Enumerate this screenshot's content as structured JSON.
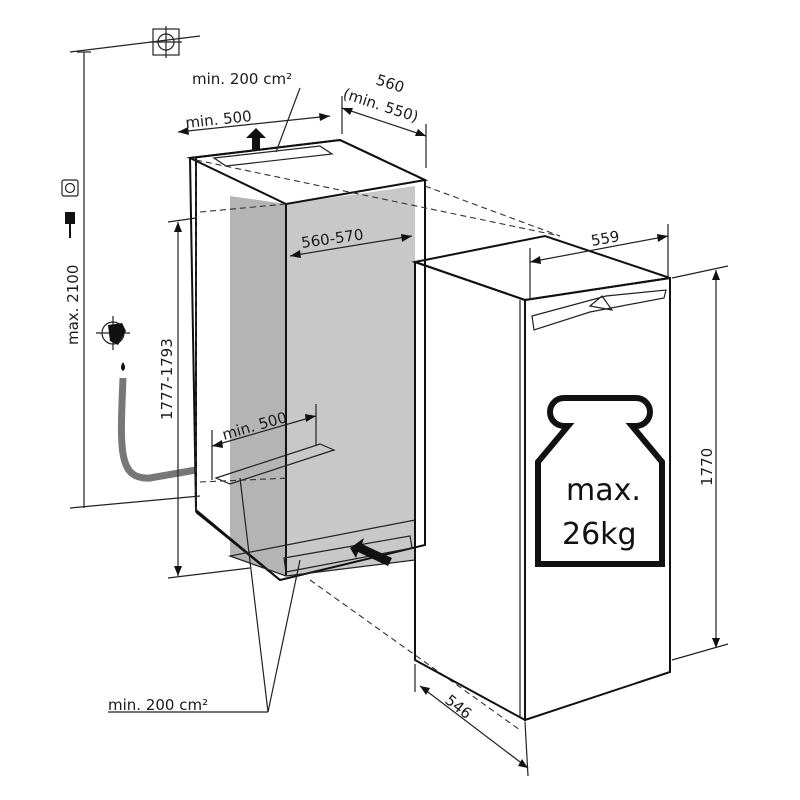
{
  "labels": {
    "max_height": "max. 2100",
    "niche_height": "1777-1793",
    "top_vent_area": "min. 200 cm²",
    "top_vent_depth": "min. 500",
    "niche_depth": "560",
    "niche_depth_min": "(min. 550)",
    "niche_width": "560-570",
    "bottom_vent_depth": "min. 500",
    "bottom_vent_area": "min. 200 cm²",
    "appliance_width": "559",
    "appliance_height": "1770",
    "appliance_depth": "546",
    "weight_line1": "max.",
    "weight_line2": "26kg"
  },
  "icons": [
    "mounting-point-icon",
    "power-socket-icon",
    "power-plug-icon",
    "water-connection-icon",
    "weight-icon",
    "airflow-arrow-icon"
  ],
  "colors": {
    "cabinet_interior": "#c8c8c8",
    "cabinet_interior_side": "#b4b4b4",
    "line": "#111111",
    "appliance": "#ffffff"
  }
}
